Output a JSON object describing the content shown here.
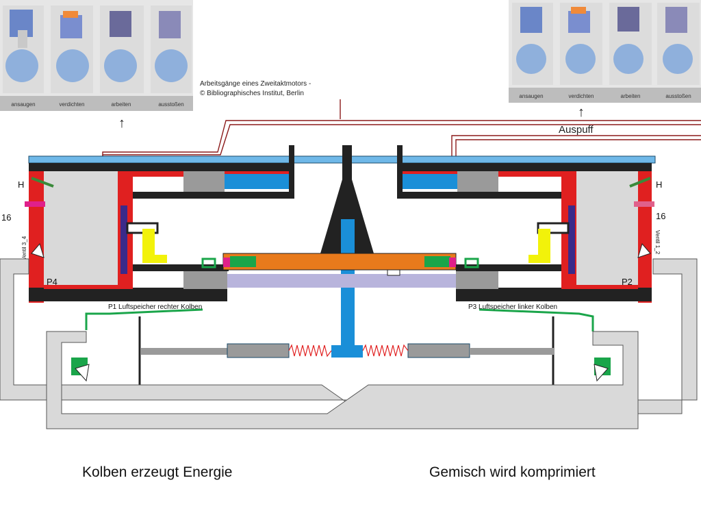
{
  "thumbs_left": {
    "labels": [
      "ansaugen",
      "verdichten",
      "arbeiten",
      "ausstoßen"
    ]
  },
  "thumbs_right": {
    "labels": [
      "ansaugen",
      "verdichten",
      "arbeiten",
      "ausstoßen"
    ]
  },
  "caption": {
    "line1": "Arbeitsgänge eines Zweitaktmotors -",
    "line2": "© Bibliographisches Institut, Berlin"
  },
  "arrows": {
    "left": "↑",
    "right": "↑"
  },
  "labels": {
    "auspuff": "Auspuff",
    "h_left": "H",
    "h_right": "H",
    "num_left": "16",
    "num_right": "16",
    "p4": "P4",
    "p2": "P2",
    "ventil_left": "Ventil 3_4",
    "ventil_right": "Ventil 1_2",
    "p1": "P1 Luftspeicher rechter Kolben",
    "p3": "P3 Luftspeicher linker Kolben"
  },
  "bottom": {
    "left": "Kolben erzeugt Energie",
    "right": "Gemisch wird komprimiert"
  },
  "colors": {
    "red": "#e02020",
    "blue_rod": "#1a8fd8",
    "light_blue": "#6fb8e8",
    "orange": "#e87a1c",
    "green": "#1aa54a",
    "yellow": "#f2f20a",
    "gray": "#9a9a9a",
    "light_gray": "#d9d9d9",
    "lavender": "#b8b4dc",
    "dark": "#222222",
    "purple": "#3b2a8a"
  }
}
